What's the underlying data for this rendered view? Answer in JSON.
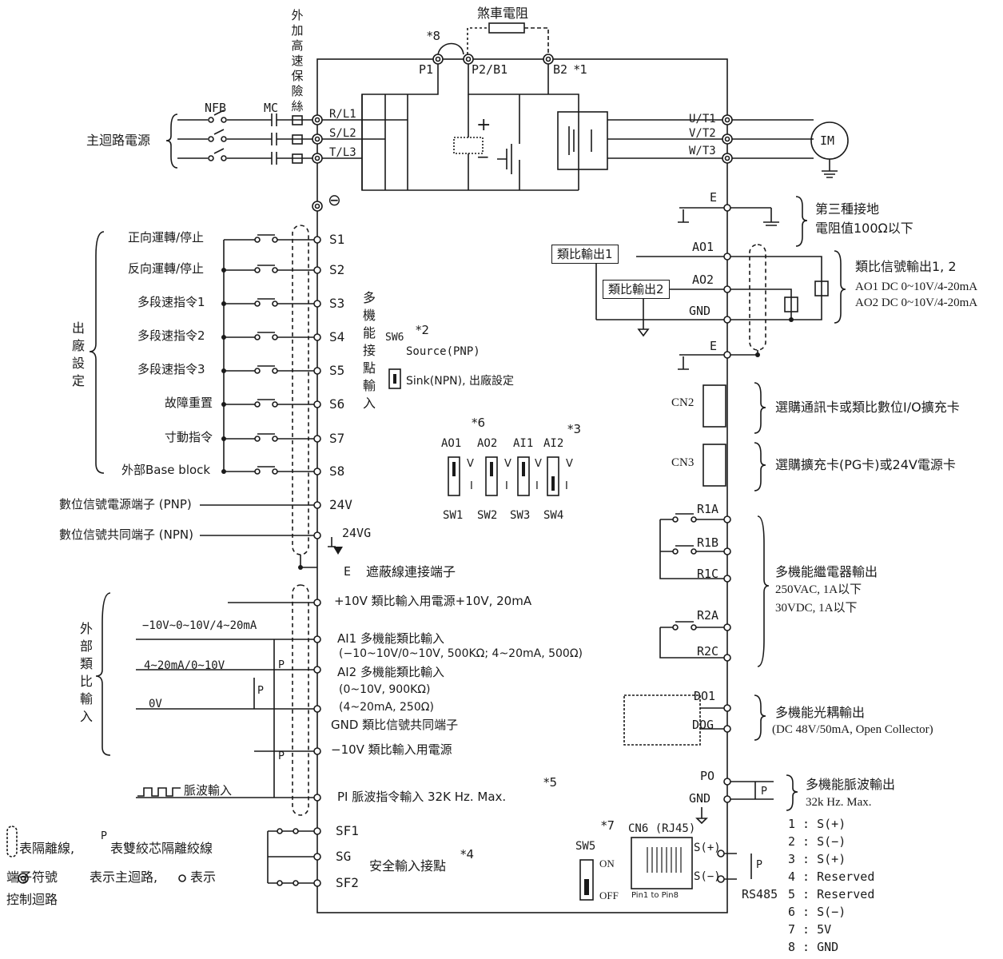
{
  "top": {
    "brake_resistor": "煞車電阻",
    "note8": "*8",
    "p1": "P1",
    "p2b1": "P2/B1",
    "b2": "B2",
    "note1": "*1",
    "fuse_label": "外加高速保險絲",
    "nfb": "NFB",
    "mc": "MC",
    "r_l1": "R/L1",
    "s_l2": "S/L2",
    "t_l3": "T/L3",
    "main_power": "主迴路電源",
    "u_t1": "U/T1",
    "v_t2": "V/T2",
    "w_t3": "W/T3",
    "motor": "IM",
    "plus": "+",
    "minus": "−",
    "neg_terminal": "⊖"
  },
  "left": {
    "factory_setting": "出廠設定",
    "inputs": [
      {
        "name": "正向運轉/停止",
        "terminal": "S1"
      },
      {
        "name": "反向運轉/停止",
        "terminal": "S2"
      },
      {
        "name": "多段速指令1",
        "terminal": "S3"
      },
      {
        "name": "多段速指令2",
        "terminal": "S4"
      },
      {
        "name": "多段速指令3",
        "terminal": "S5"
      },
      {
        "name": "故障重置",
        "terminal": "S6"
      },
      {
        "name": "寸動指令",
        "terminal": "S7"
      },
      {
        "name": "外部Base block",
        "terminal": "S8"
      }
    ],
    "multi_input": "多機能接點輸入",
    "sw6": "SW6",
    "note2": "*2",
    "source": "Source(PNP)",
    "sink": "Sink(NPN), 出廠設定",
    "pnp_power": "數位信號電源端子 (PNP)",
    "npn_common": "數位信號共同端子 (NPN)",
    "t24v": "24V",
    "t24vg": "24VG",
    "shield_e": "E",
    "shield": "遮蔽線連接端子",
    "external_analog": "外部類比輸入",
    "sig1": "−10V~0~10V/4~20mA",
    "sig2": "4~20mA/0~10V",
    "sig3": "0V",
    "p_mark": "P",
    "plus10v": "+10V 類比輸入用電源+10V, 20mA",
    "ai1": "AI1  多機能類比輸入",
    "ai1_spec": "(−10~10V/0~10V, 500KΩ; 4~20mA, 500Ω)",
    "ai2": "AI2  多機能類比輸入",
    "ai2_spec1": "(0~10V, 900KΩ)",
    "ai2_spec2": "(4~20mA, 250Ω)",
    "gnd": "GND  類比信號共同端子",
    "minus10v": "−10V   類比輸入用電源",
    "pulse_in": "脈波輸入",
    "pi": "PI     脈波指令輸入 32K Hz. Max.",
    "note5": "*5",
    "sf1": "SF1",
    "sg": "SG",
    "sf2": "SF2",
    "safety": "安全輸入接點",
    "note4": "*4"
  },
  "switches": {
    "note6": "*6",
    "note3": "*3",
    "labels": [
      "AO1",
      "AO2",
      "AI1",
      "AI2"
    ],
    "names": [
      "SW1",
      "SW2",
      "SW3",
      "SW4"
    ],
    "v": "V",
    "i": "I"
  },
  "legend": {
    "isolation": "表隔離線,",
    "p": "P",
    "twisted": "表雙絞芯隔離絞線",
    "terminal_symbol": "端子符號",
    "main_circuit": "表示主迴路,",
    "control_pre": "表示",
    "control_circuit": "控制迴路"
  },
  "right": {
    "e": "E",
    "ground_type": "第三種接地",
    "ground_res": "電阻值100Ω以下",
    "ao1": "AO1",
    "ao2": "AO2",
    "gnd": "GND",
    "analog_out1": "類比輸出1",
    "analog_out2": "類比輸出2",
    "analog_sig": "類比信號輸出1, 2",
    "ao1_spec": "AO1 DC 0~10V/4-20mA",
    "ao2_spec": "AO2 DC 0~10V/4-20mA",
    "e2": "E",
    "cn2": "CN2",
    "cn2_desc": "選購通訊卡或類比數位I/O擴充卡",
    "cn3": "CN3",
    "cn3_desc": "選購擴充卡(PG卡)或24V電源卡",
    "r1a": "R1A",
    "r1b": "R1B",
    "r1c": "R1C",
    "r2a": "R2A",
    "r2c": "R2C",
    "relay_title": "多機能繼電器輸出",
    "relay_spec1": "250VAC, 1A以下",
    "relay_spec2": "30VDC, 1A以下",
    "do1": "DO1",
    "dog": "DOG",
    "opto_title": "多機能光耦輸出",
    "opto_spec": "(DC 48V/50mA, Open Collector)",
    "po": "PO",
    "gnd2": "GND",
    "p_mark": "P",
    "pulse_out": "多機能脈波輸出",
    "pulse_spec": "32k Hz. Max.",
    "note7": "*7",
    "cn6": "CN6 (RJ45)",
    "sw5": "SW5",
    "on": "ON",
    "off": "OFF",
    "pin_range": "Pin1 to Pin8",
    "s_plus": "S(+)",
    "s_minus": "S(−)",
    "rs485": "RS485",
    "pins": [
      "1 : S(+)",
      "2 : S(−)",
      "3 : S(+)",
      "4 : Reserved",
      "5 : Reserved",
      "6 : S(−)",
      "7 : 5V",
      "8 : GND"
    ]
  }
}
